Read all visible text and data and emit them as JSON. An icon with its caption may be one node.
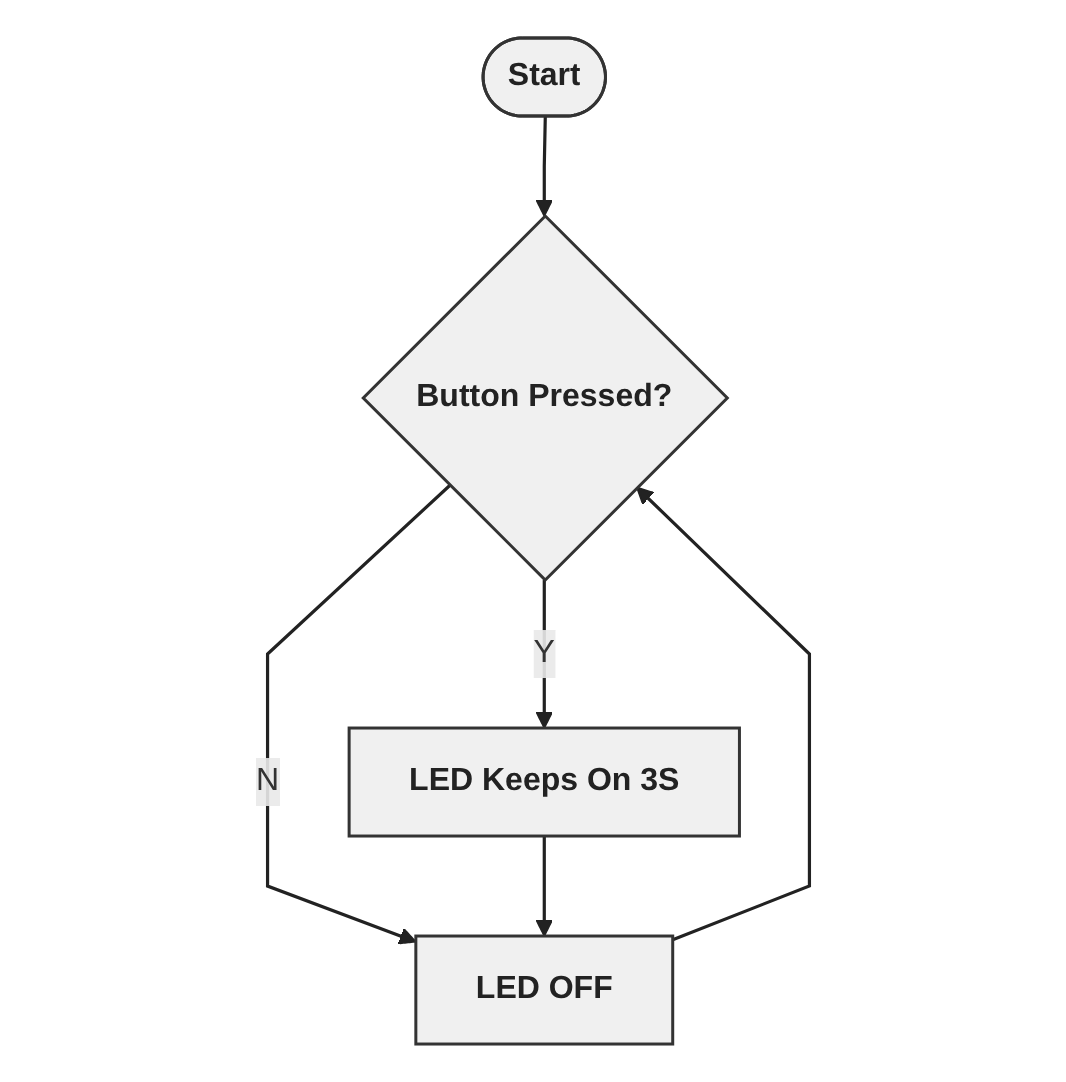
{
  "diagram": {
    "nodes": [
      {
        "text": [
          "Start"
        ]
      },
      {
        "text": [
          "Button Pressed?"
        ]
      },
      {
        "text": [
          "LED Keeps On 3S"
        ]
      },
      {
        "text": [
          "LED OFF"
        ]
      }
    ],
    "edges": [
      {
        "from": 0,
        "to": 1,
        "arrow": "to"
      },
      {
        "from": 1,
        "to": 2,
        "arrow": "to",
        "label": "Y"
      },
      {
        "from": 1,
        "to": 3,
        "arrow": "to",
        "label": "N"
      },
      {
        "from": 2,
        "to": 3,
        "arrow": "to"
      },
      {
        "from": 3,
        "to": 1,
        "arrow": "to"
      }
    ]
  }
}
